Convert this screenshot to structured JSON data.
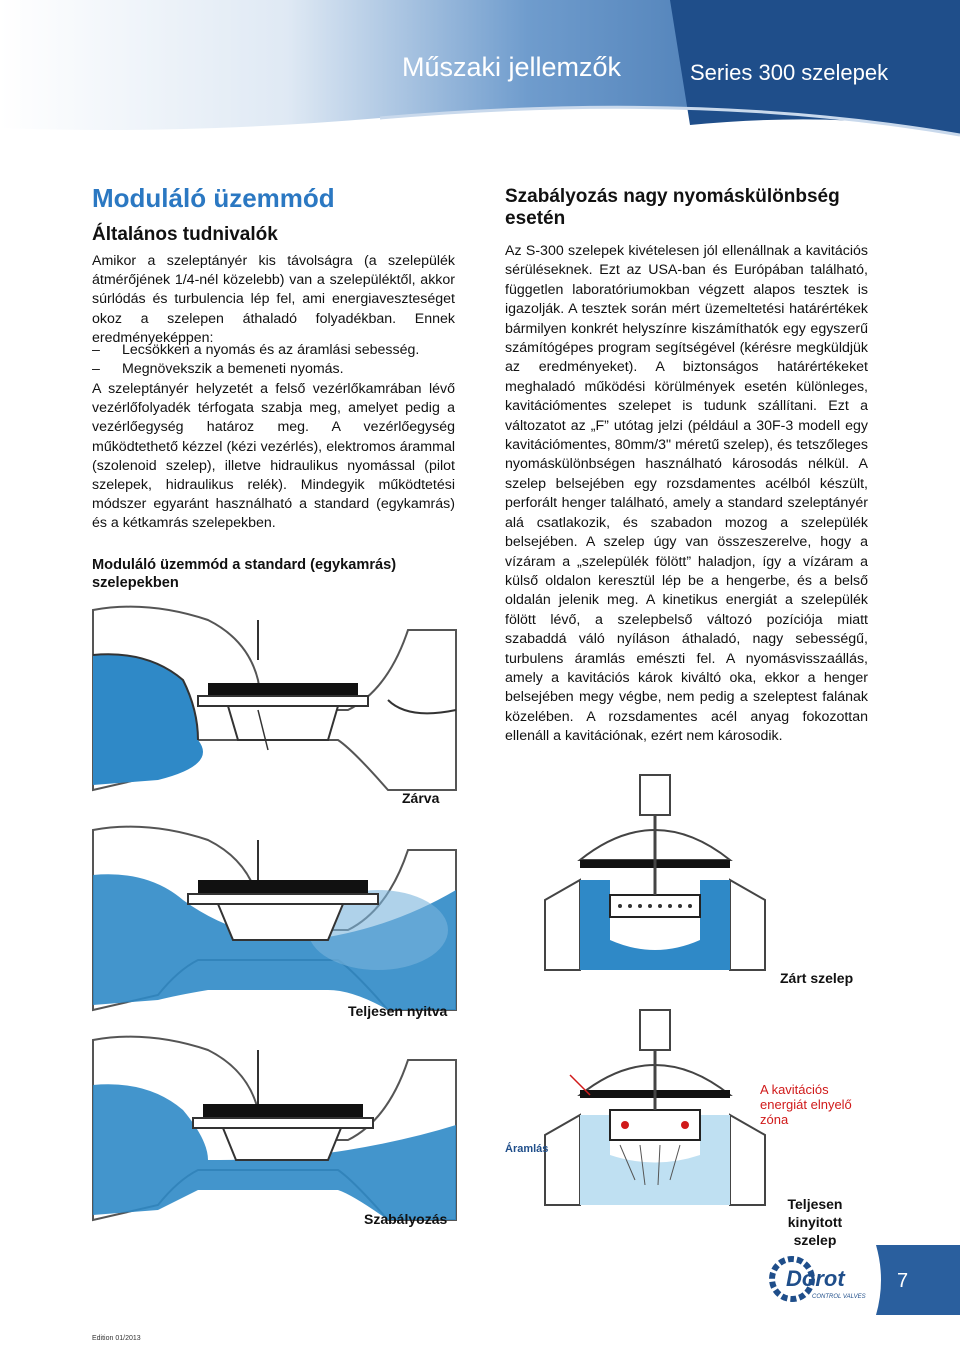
{
  "header": {
    "title": "Műszaki jellemzők",
    "series": "Series 300 szelepek"
  },
  "left": {
    "heading": "Moduláló üzemmód",
    "subheading": "Általános tudnivalók",
    "intro": "Amikor a szeleptányér kis távolságra (a szelepülék átmérőjének 1/4-nél közelebb) van a szelepüléktől, akkor súrlódás és turbulencia lép fel, ami energiaveszteséget okoz a szelepen áthaladó folyadékban. Ennek eredményeképpen:",
    "bullets": [
      "Lecsökken a nyomás és az áramlási sebesség.",
      "Megnövekszik a bemeneti nyomás."
    ],
    "para2": "A szeleptányér helyzetét a felső vezérlőkamrában lévő vezérlőfolyadék térfogata szabja meg, amelyet pedig a vezérlőegység határoz meg. A vezérlőegység működtethető kézzel (kézi vezérlés), elektromos árammal (szolenoid szelep), illetve hidraulikus nyomással (pilot szelepek, hidraulikus relék). Mindegyik működtetési módszer egyaránt használható a standard (egykamrás) és a kétkamrás szelepekben.",
    "subhead2": "Moduláló üzemmód a standard (egykamrás) szelepekben"
  },
  "right": {
    "heading": "Szabályozás nagy nyomáskülönbség esetén",
    "para": "Az S-300 szelepek kivételesen jól ellenállnak a kavitációs sérüléseknek. Ezt az USA-ban és Európában található, független laboratóriumokban végzett alapos tesztek is igazolják. A tesztek során mért üzemeltetési határértékek bármilyen konkrét helyszínre kiszámíthatók egy egyszerű számítógépes program segítségével (kérésre megküldjük az eredményeket). A biztonságos határértékeket meghaladó működési körülmények esetén különleges, kavitációmentes szelepet is tudunk szállítani. Ezt a változatot az „F” utótag jelzi (például a 30F-3 modell egy kavitációmentes, 80mm/3\" méretű szelep), és tetszőleges nyomáskülönbségen használható károsodás nélkül. A szelep belsejében egy rozsdamentes acélból készült, perforált henger található, amely a standard szeleptányér alá csatlakozik, és szabadon mozog a szelepülék belsejében. A szelep úgy van összeszerelve, hogy a vízáram a „szelepülék fölött” haladjon, így a vízáram a külső oldalon keresztül lép be a hengerbe, és a belső oldalán jelenik meg. A kinetikus energiát a szelepülék fölött lévő, a szelepbelső változó pozíciója miatt szabaddá váló nyíláson áthaladó, nagy sebességű, turbulens áramlás emészti fel. A nyomásvisszaállás, amely a kavitációs károk kiváltó oka, ekkor a henger belsejében megy végbe, nem pedig a szeleptest falának közelében. A rozsdamentes acél anyag fokozottan ellenáll a kavitációnak, ezért nem károsodik."
  },
  "labels": {
    "closed": "Zárva",
    "fully_open": "Teljesen nyitva",
    "regulating": "Szabályozás",
    "closed_valve": "Zárt szelep",
    "cavitation_zone": "A kavitációs energiát elnyelő zóna",
    "flow": "Áramlás",
    "fully_open_valve": "Teljesen kinyitott szelep"
  },
  "logo": {
    "text": "Dorot",
    "tagline": "CONTROL VALVES"
  },
  "page_number": "7",
  "edition": "Edition 01/2013",
  "colors": {
    "header_blue": "#1f4e8a",
    "accent_blue": "#2b78c2",
    "water": "#2f89c7",
    "red": "#d01a1a"
  }
}
